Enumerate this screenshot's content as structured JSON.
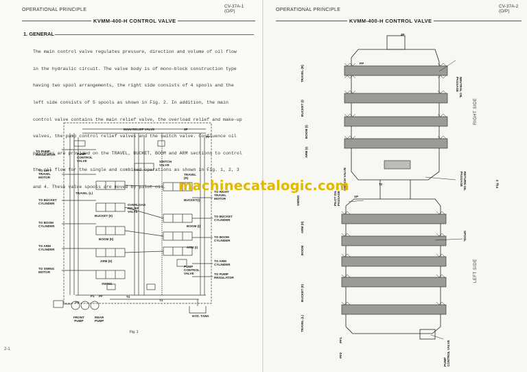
{
  "left_page": {
    "header": "OPERATIONAL PRINCIPLE",
    "doc_code": [
      "CV-37A-1",
      "(O/P)"
    ],
    "title": "KVMM-400-H  CONTROL VALVE",
    "section_heading": "1. GENERAL",
    "body_lines": [
      "The main control valve regulates pressure, direction and volume of oil flow",
      "in the hydraulic circuit.  The valve body is of mono-block construction type",
      "having two spool arrangements, the right side consists of 4 spools and the",
      "left side consists of 5 spools as shown in Fig. 2.  In addition, the main",
      "control valve contains the main relief valve, the overload relief and make-up",
      "valves, the pump control relief valves and the switch valve.  Confluence oil",
      "passages are provided on the TRAVEL, BUCKET, BOOM and ARM sections to control",
      "the oil flow for the single and combined operations as shown in Fig. 1, 2, 3",
      "and 4.  These valve spools are moved by pilot oil."
    ],
    "fig1": {
      "main_relief_valve": "MAIN RELIEF VALVE",
      "port_4p": "4P",
      "port_pp": "PP",
      "to_pump_regulator_left": "TO PUMP\nREGULATOR",
      "pump_control_valve_left": "PUMP\nCONTROL\nVALVE",
      "switch_valve": "SWITCH\nVALVE",
      "to_left_travel_motor": "TO LEFT\nTRAVEL\nMOTOR",
      "travel_r": "TRAVEL\n(R)",
      "to_right_travel_motor": "TO RIGHT\nTRAVEL\nMOTOR",
      "travel_l": "TRAVEL (L)",
      "to_bucket_cylinder_left": "TO BUCKET\nCYLINDER",
      "bucket_ii": "BUCKET (II)",
      "overload_relief_valve": "OVERLOAD\nRELIEF\nVALVE",
      "bucket_i": "BUCKET(I)",
      "to_bucket_cylinder_right": "TO BUCKET\nCYLINDER",
      "to_boom_cylinder_left": "TO BOOM\nCYLINDER",
      "boom_ii": "BOOM (II)",
      "boom_i": "BOOM (I)",
      "to_boom_cylinder_right": "TO BOOM\nCYLINDER",
      "to_arm_cylinder_left": "TO ARM\nCYLINDER",
      "arm_ii": "ARM (II)",
      "arm_i": "ARM (I)",
      "to_arm_cylinder_right": "TO ARM\nCYLINDER",
      "to_swing_motor": "TO SWING\nMOTOR",
      "swing": "SWING",
      "pump_control_valve_right": "PUMP\nCONTROL\nVALVE",
      "to_pump_regulator_right": "TO PUMP\nREGULATOR",
      "p1": "P1",
      "pf": "PF",
      "p2": "P2",
      "t1": "T1",
      "t2": "T2",
      "front_pump": "FRONT\nPUMP",
      "rear_pump": "REAR\nPUMP",
      "hyd_tank": "HYD. TANK",
      "caption": "Fig. 1"
    },
    "page_number": "2-1"
  },
  "right_page": {
    "header": "OPERATIONAL PRINCIPLE",
    "doc_code": [
      "CV-37A-2",
      "(O/P)"
    ],
    "title": "KVMM-400-H  CONTROL VALVE",
    "fig2": {
      "port_4p": "4P",
      "pp": "PP",
      "travel_r": "TRAVEL (R)",
      "bucket_i": "BUCKET (I)",
      "boom_i": "BOOM (I)",
      "arm_i": "ARM (I)",
      "neutral_oil_passage": "NEUTRAL OIL\nPASSAGE",
      "right_side": "RIGHT SIDE",
      "switch_valve": "SWITCH VALVE",
      "t2": "T2",
      "pilot_oil_passage": "PILOT OIL\nPASSAGE",
      "return_oil_passage": "RETURN OIL\nPASSAGE",
      "caption": "Fig. 2",
      "swing": "SWING",
      "sp": "SP",
      "arm_ii": "ARM (II)",
      "boom_ii": "BOOM",
      "spool": "SPOOL",
      "bucket_ii": "BUCKET (II)",
      "left_side": "LEFT SIDE",
      "travel_l": "TRAVEL (L)",
      "pf1": "PF1",
      "pf2": "PF2",
      "pump_control_valve": "PUMP\nCONTROL VALVE"
    }
  },
  "watermark": "machinecatalogic.com",
  "colors": {
    "paper": "#fafaf6",
    "ink": "#222222",
    "watermark": "#e2b800"
  }
}
